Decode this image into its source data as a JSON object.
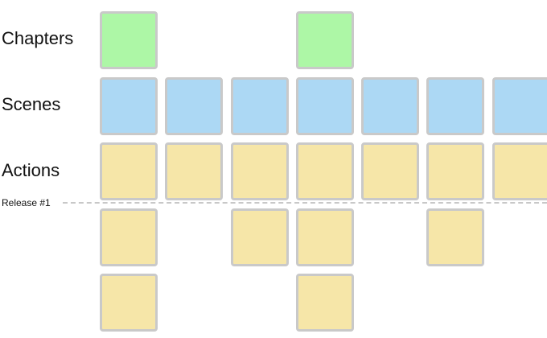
{
  "rows": {
    "chapters": {
      "label": "Chapters"
    },
    "scenes": {
      "label": "Scenes"
    },
    "actions": {
      "label": "Actions"
    }
  },
  "release": {
    "label": "Release #1"
  },
  "colors": {
    "chapter_card": "#adf7a6",
    "scene_card": "#acd8f4",
    "action_card": "#f6e6a8",
    "card_border": "#c9c9c9",
    "release_line": "#c8c8c8"
  }
}
